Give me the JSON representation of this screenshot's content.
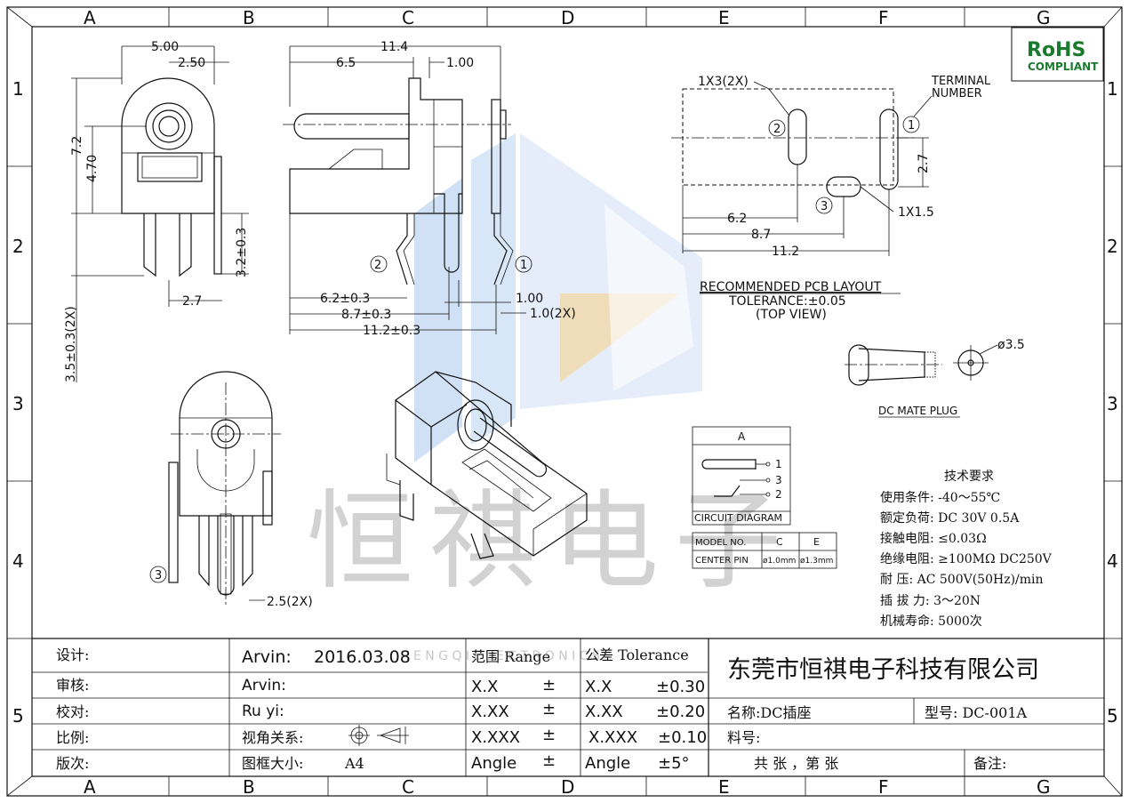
{
  "grid": {
    "cols": [
      "A",
      "B",
      "C",
      "D",
      "E",
      "F",
      "G"
    ],
    "rows": [
      "1",
      "2",
      "3",
      "4",
      "5"
    ]
  },
  "rohs": {
    "line1": "RoHS",
    "line2": "COMPLIANT",
    "color": "#1a7a2e"
  },
  "watermark": {
    "chinese": "恒祺电子",
    "latin": "H E N G   Q I   E L E C T R O N I C S",
    "colors": {
      "blue": "#8fb6e6",
      "orange": "#f0c27a",
      "grey": "#cfcfcf"
    }
  },
  "dims": {
    "front": {
      "w500": "5.00",
      "w250": "2.50",
      "h72": "7.2",
      "h470": "4.70",
      "h32": "3.2±0.3",
      "w27": "2.7",
      "h35": "3.5±0.3(2X)"
    },
    "side": {
      "w114": "11.4",
      "w65": "6.5",
      "w100": "1.00",
      "d62": "6.2±0.3",
      "d87": "8.7±0.3",
      "d112": "11.2±0.3",
      "d100b": "1.00",
      "d10": "1.0(2X)",
      "pin1": "1",
      "pin2": "2"
    },
    "bottom": {
      "d25": "2.5(2X)",
      "pin3": "3"
    },
    "pcb": {
      "slot": "1X3(2X)",
      "terminal1": "TERMINAL",
      "terminal2": "NUMBER",
      "p1": "1",
      "p2": "2",
      "p3": "3",
      "h27": "2.7",
      "slot2": "1X1.5",
      "d62": "6.2",
      "d87": "8.7",
      "d112": "11.2",
      "title": "RECOMMENDED PCB LAYOUT",
      "tol": "TOLERANCE:±0.05",
      "view": "(TOP VIEW)"
    },
    "plug": {
      "dia": "ø3.5",
      "label": "DC MATE PLUG"
    }
  },
  "circuit": {
    "header": "A",
    "p1": "1",
    "p2": "2",
    "p3": "3",
    "caption": "CIRCUIT DIAGRAM"
  },
  "model_table": {
    "headers": [
      "MODEL NO.",
      "C",
      "E"
    ],
    "row": [
      "CENTER PIN",
      "ø1.0mm",
      "ø1.3mm"
    ]
  },
  "specs": {
    "title": "技术要求",
    "lines": [
      "使用条件: -40～55℃",
      "额定负荷: DC 30V 0.5A",
      "接触电阻: ≤0.03Ω",
      "绝缘电阻: ≥100MΩ  DC250V",
      "耐    压: AC 500V(50Hz)/min",
      "插 拔 力: 3～20N",
      "机械寿命: 5000次"
    ]
  },
  "title_block": {
    "labels": [
      "设计:",
      "审核:",
      "校对:",
      "比例:",
      "版次:"
    ],
    "design_by": "Arvin:",
    "design_date": "2016.03.08",
    "check_by": "Arvin:",
    "proof_by": "Ru  yi:",
    "view_relation": "视角关系:",
    "frame_size": "图框大小:",
    "frame_value": "A4",
    "range_header": "范围 Range",
    "tol_header": "公差 Tolerance",
    "ranges": [
      {
        "r": "X.X",
        "t": "X.X",
        "v": "±0.30"
      },
      {
        "r": "X.XX",
        "t": "X.XX",
        "v": "±0.20"
      },
      {
        "r": "X.XXX",
        "t": "X.XXX",
        "v": "±0.10"
      },
      {
        "r": "Angle",
        "t": "Angle",
        "v": "±5°"
      }
    ],
    "pm": "±",
    "company": "东莞市恒祺电子科技有限公司",
    "name": "名称:DC插座",
    "model": "型号: DC-001A",
    "material": "料号:",
    "sheets": "共    张  ，第    张",
    "remarks": "备注:"
  }
}
